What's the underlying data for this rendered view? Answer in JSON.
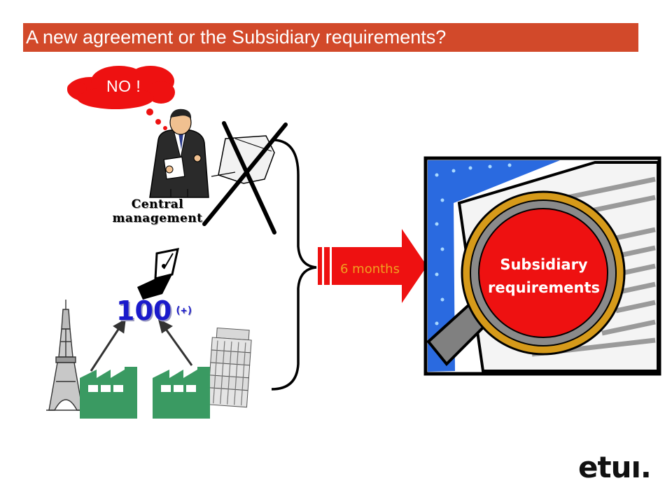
{
  "title": "A new agreement or the Subsidiary requirements?",
  "thought_bubble": {
    "text": "NO !"
  },
  "central_management": {
    "line1": "Central",
    "line2": "management"
  },
  "employee_count": {
    "value": "100",
    "suffix": "(+)"
  },
  "arrow": {
    "label": "6 months"
  },
  "subsidiary": {
    "line1": "Subsidiary",
    "line2": "requirements"
  },
  "logo": {
    "text": "etuı."
  },
  "colors": {
    "title_bar": "#d2492a",
    "alert_red": "#ee1111",
    "factory_green": "#3a9a62",
    "count_blue": "#1a1acb",
    "panel_blue": "#2a6ae0",
    "lens_rim": "#d69a1a"
  },
  "icons": [
    "businessman-icon",
    "crossed-document-icon",
    "fountain-pen-icon",
    "eiffel-tower-icon",
    "leaning-tower-icon",
    "factory-icon",
    "magnifying-glass-icon"
  ]
}
